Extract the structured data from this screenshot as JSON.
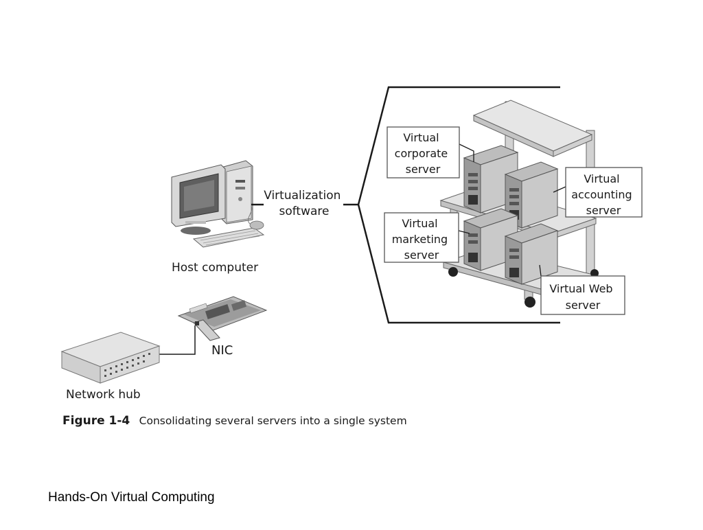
{
  "figure": {
    "host_label": "Host computer",
    "virtualization_label": [
      "Virtualization",
      "software"
    ],
    "nic_label": "NIC",
    "hub_label": "Network hub",
    "callouts": {
      "corporate": [
        "Virtual",
        "corporate",
        "server"
      ],
      "accounting": [
        "Virtual",
        "accounting",
        "server"
      ],
      "marketing": [
        "Virtual",
        "marketing",
        "server"
      ],
      "web": [
        "Virtual Web",
        "server"
      ]
    },
    "caption_number": "Figure 1-4",
    "caption_text": "Consolidating several servers into a single system"
  },
  "footer": {
    "text": "Hands-On Virtual Computing"
  },
  "colors": {
    "line": "#1a1a1a",
    "device": "#d6d6d6",
    "dark": "#3a3a3a"
  }
}
